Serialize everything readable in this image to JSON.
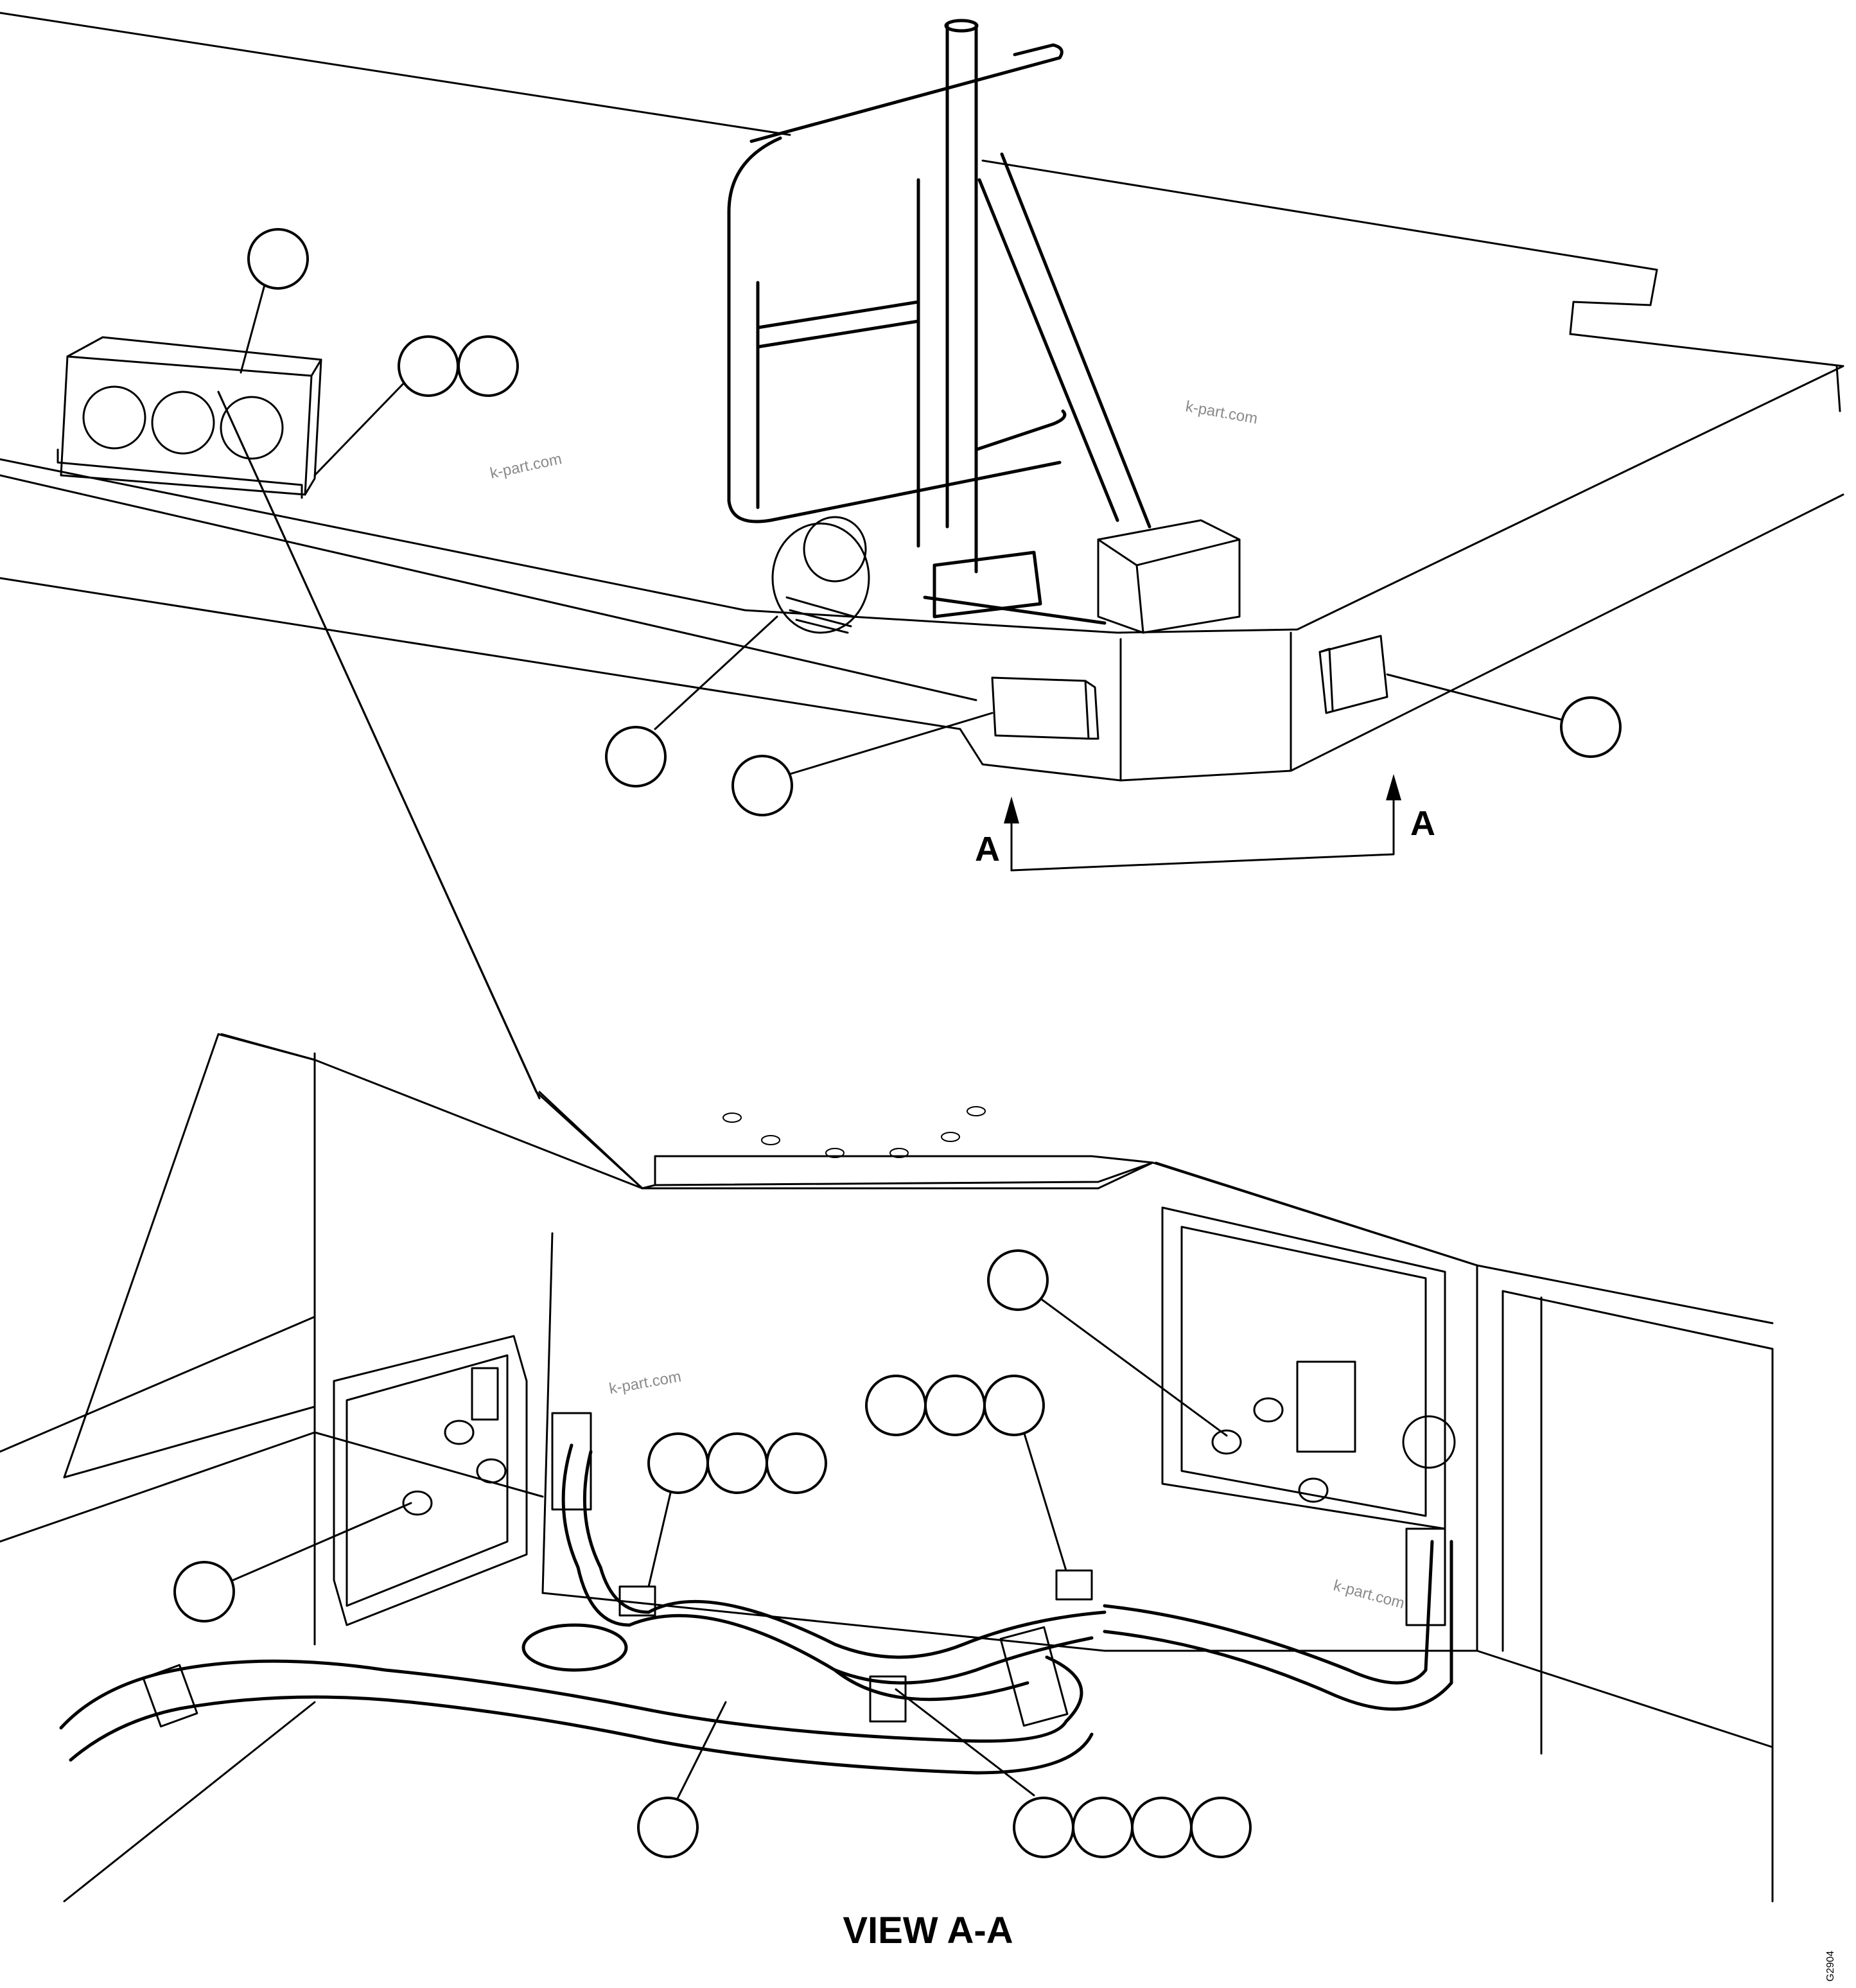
{
  "section_arrow_labels": {
    "left": "A",
    "right": "A"
  },
  "view_title": "VIEW A-A",
  "watermarks": [
    "k-part.com",
    "k-part.com",
    "k-part.com",
    "k-part.com"
  ],
  "drawing_id": "G2904",
  "callouts": {
    "top_view": [
      "light-bar-callout",
      "mount-callout-group",
      "beacon-callout",
      "left-lamp-callout",
      "right-lamp-callout"
    ],
    "view_a_a": [
      "left-stud-callout",
      "harness-clip-group-left",
      "harness-clip-group-right",
      "right-stud-callout",
      "harness-callout",
      "harness-clamp-group"
    ]
  }
}
